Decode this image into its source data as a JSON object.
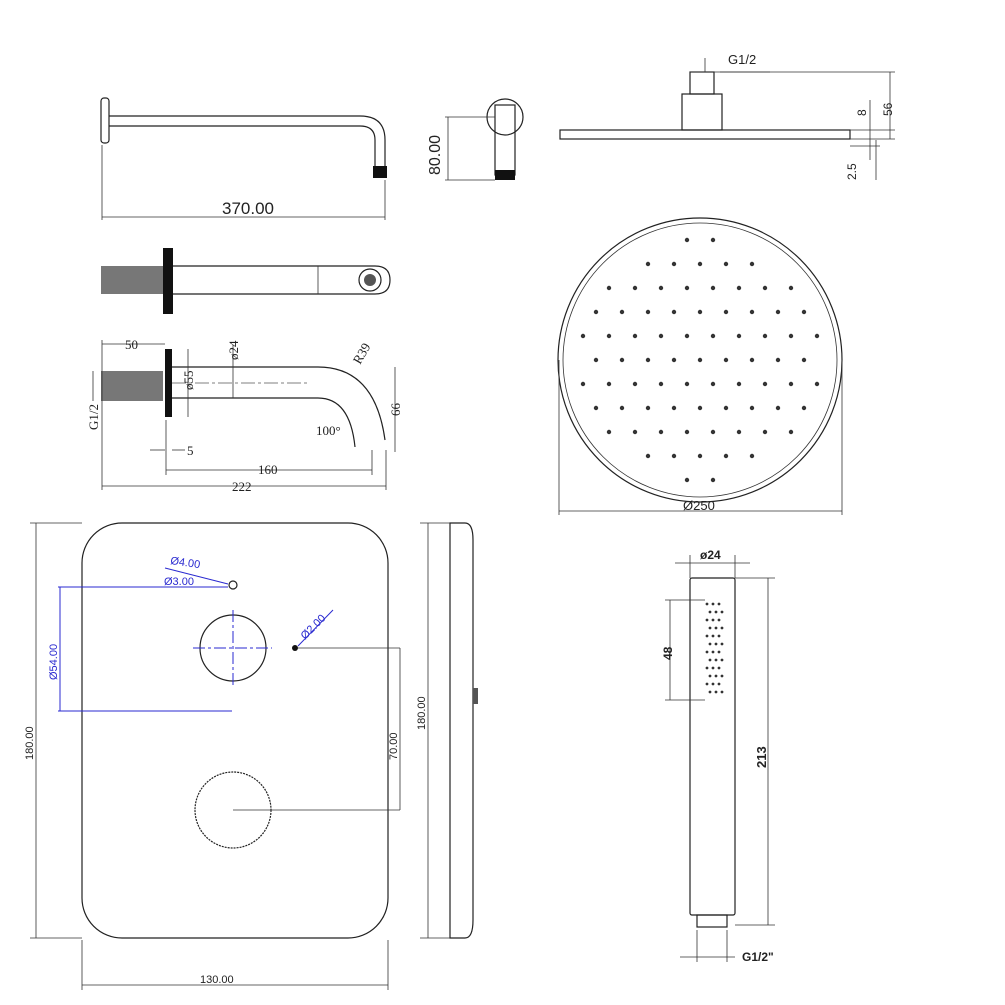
{
  "arm_side": {
    "length": "370.00",
    "height": "80.00"
  },
  "head_side": {
    "thread": "G1/2",
    "thickness": "8",
    "height": "56",
    "nozzle": "2.5"
  },
  "spout": {
    "thread_len": "50",
    "dia_pipe": "ø24",
    "dia_flange": "ø55",
    "radius": "R39",
    "thread": "G1/2",
    "angle": "100°",
    "drop": "66",
    "flange": "5",
    "reach": "160",
    "total": "222"
  },
  "head_top": {
    "diameter": "Ø250"
  },
  "plate": {
    "hole4": "Ø4.00",
    "hole3": "Ø3.00",
    "hole2": "Ø2.00",
    "pitch": "Ø54.00",
    "height": "180.00",
    "spacing": "70.00",
    "side_height": "180.00",
    "width": "130.00"
  },
  "hand_shower": {
    "diameter": "ø24",
    "spray_len": "48",
    "length": "213",
    "thread": "G1/2\""
  }
}
